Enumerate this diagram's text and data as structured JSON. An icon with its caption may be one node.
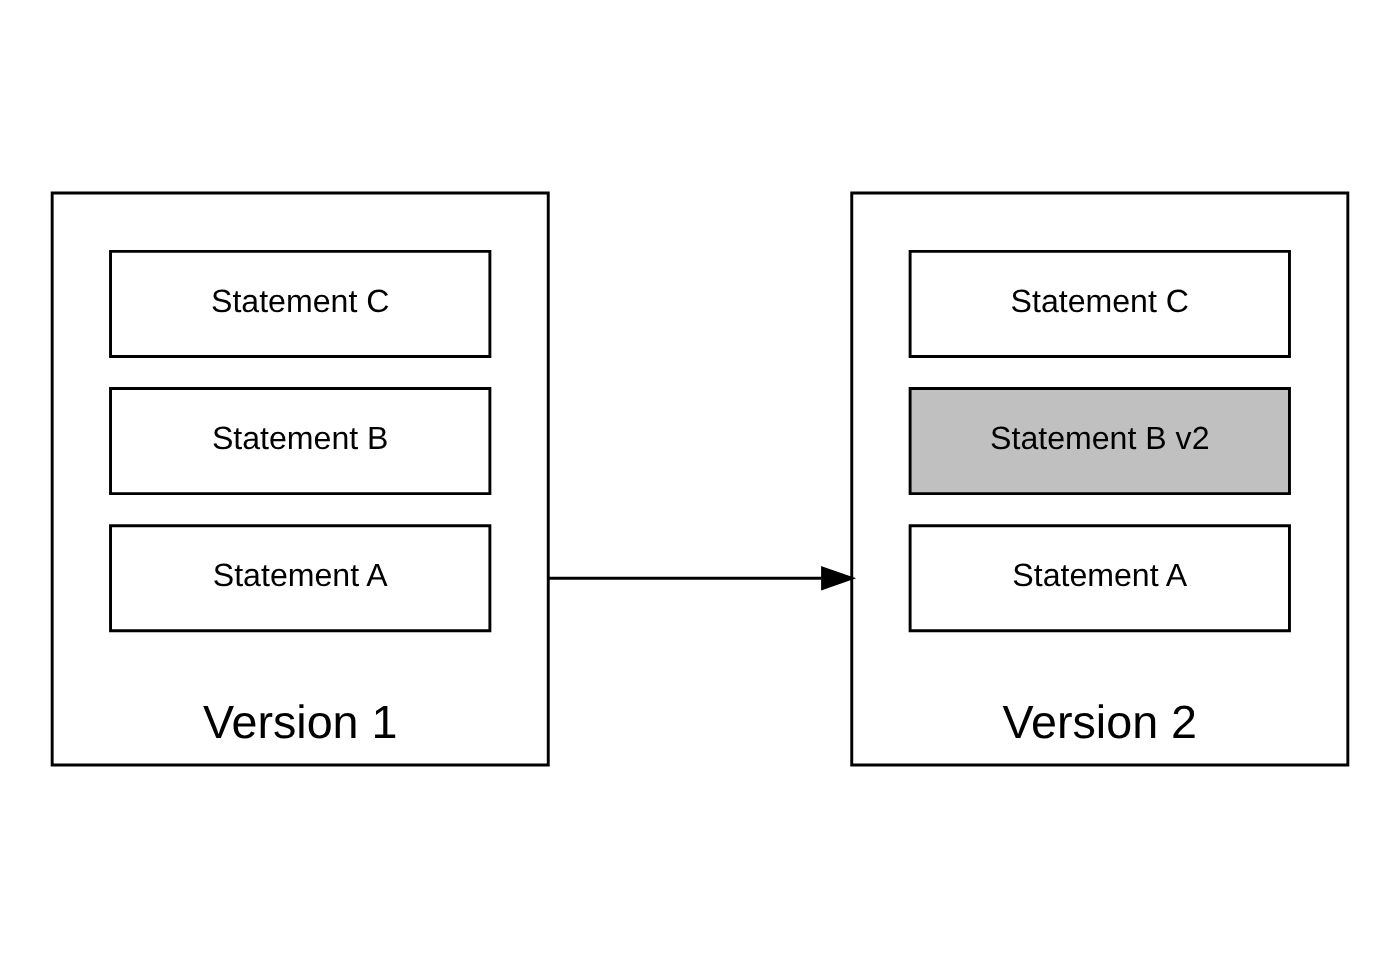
{
  "diagram": {
    "nodes": [
      {
        "text": [
          "Version 1"
        ]
      },
      {
        "text": [
          "Statement A"
        ],
        "in": 0
      },
      {
        "text": [
          "Statement B"
        ],
        "in": 0
      },
      {
        "text": [
          "Statement C"
        ],
        "in": 0
      },
      {
        "text": [
          "Version 2"
        ]
      },
      {
        "text": [
          "Statement A"
        ],
        "in": 4
      },
      {
        "text": [
          "Statement B v2"
        ],
        "in": 4
      },
      {
        "text": [
          "Statement C"
        ],
        "in": 4
      }
    ],
    "edges": [
      {
        "from": 0,
        "to": 4,
        "arrow": "to"
      }
    ]
  }
}
